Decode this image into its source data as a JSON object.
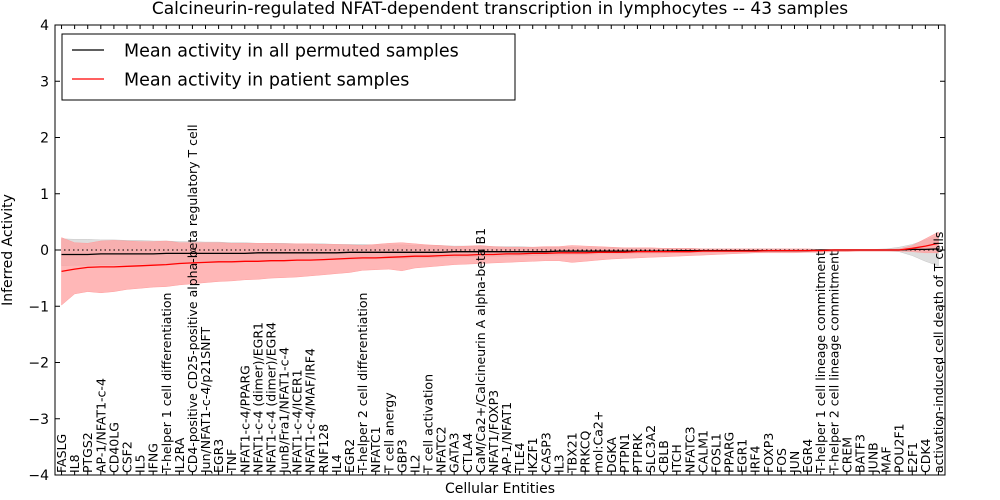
{
  "chart_data": {
    "type": "line",
    "title": "Calcineurin-regulated NFAT-dependent transcription in lymphocytes -- 43 samples",
    "xlabel": "Cellular Entities",
    "ylabel": "Inferred Activity",
    "ylim": [
      -4,
      4
    ],
    "yticks": [
      -4,
      -3,
      -2,
      -1,
      0,
      1,
      2,
      3,
      4
    ],
    "grid": false,
    "legend_position": "top-left",
    "categories": [
      "FASLG",
      "IL8",
      "PTGS2",
      "AP-1/NFAT1-c-4",
      "CD40LG",
      "CSF2",
      "IL5",
      "IFNG",
      "T-helper 1 cell differentiation",
      "IL2RA",
      "CD4-positive CD25-positive alpha-beta regulatory T cell",
      "Jun/NFAT1-c-4/p21SNFT",
      "EGR3",
      "TNF",
      "NFAT1-c-4/PPARG",
      "NFAT1-c-4 (dimer)/EGR1",
      "NFAT1-c-4 (dimer)/EGR4",
      "JunB/Fra1/NFAT1-c-4",
      "NFAT1-c-4/ICER1",
      "NFAT1-c-4/MAF/IRF4",
      "RNF128",
      "IL4",
      "EGR2",
      "T-helper 2 cell differentiation",
      "NFATC1",
      "T cell anergy",
      "GBP3",
      "IL2",
      "T cell activation",
      "NFATC2",
      "GATA3",
      "CTLA4",
      "CaM/Ca2+/Calcineurin A alpha-beta B1",
      "NFAT1/FOXP3",
      "AP-1/NFAT1",
      "TLE4",
      "IKZF1",
      "CASP3",
      "IL3",
      "TBX21",
      "PRKCQ",
      "mol:Ca2+",
      "DGKA",
      "PTPN1",
      "PTPRK",
      "SLC3A2",
      "CBLB",
      "ITCH",
      "NFATC3",
      "CALM1",
      "FOSL1",
      "PPARG",
      "EGR1",
      "IRF4",
      "FOXP3",
      "FOS",
      "JUN",
      "EGR4",
      "T-helper 1 cell lineage commitment",
      "T-helper 2 cell lineage commitment",
      "CREM",
      "BATF3",
      "JUNB",
      "MAF",
      "POU2F1",
      "E2F1",
      "CDK4",
      "activation-induced cell death of T cells"
    ],
    "series": [
      {
        "name": "Mean activity in all permuted samples",
        "color": "#000000",
        "band_color": "#c8c8c8",
        "values": [
          -0.08,
          -0.08,
          -0.08,
          -0.07,
          -0.07,
          -0.07,
          -0.07,
          -0.07,
          -0.06,
          -0.06,
          -0.06,
          -0.06,
          -0.06,
          -0.06,
          -0.06,
          -0.05,
          -0.05,
          -0.05,
          -0.05,
          -0.05,
          -0.05,
          -0.05,
          -0.04,
          -0.04,
          -0.04,
          -0.04,
          -0.04,
          -0.04,
          -0.04,
          -0.04,
          -0.03,
          -0.03,
          -0.03,
          -0.03,
          -0.03,
          -0.03,
          -0.03,
          -0.03,
          -0.02,
          -0.02,
          -0.02,
          -0.02,
          -0.02,
          -0.02,
          -0.02,
          -0.02,
          -0.02,
          -0.01,
          -0.01,
          -0.01,
          -0.01,
          -0.01,
          -0.01,
          -0.01,
          -0.01,
          -0.01,
          -0.01,
          -0.01,
          0.0,
          0.0,
          0.0,
          0.0,
          0.0,
          0.0,
          0.0,
          0.01,
          0.01,
          0.02
        ],
        "lower": [
          -0.28,
          -0.27,
          -0.27,
          -0.26,
          -0.26,
          -0.25,
          -0.25,
          -0.24,
          -0.24,
          -0.23,
          -0.23,
          -0.22,
          -0.22,
          -0.21,
          -0.21,
          -0.2,
          -0.2,
          -0.19,
          -0.19,
          -0.18,
          -0.18,
          -0.17,
          -0.17,
          -0.16,
          -0.16,
          -0.15,
          -0.15,
          -0.14,
          -0.14,
          -0.13,
          -0.13,
          -0.12,
          -0.12,
          -0.11,
          -0.11,
          -0.1,
          -0.1,
          -0.09,
          -0.09,
          -0.08,
          -0.08,
          -0.07,
          -0.07,
          -0.07,
          -0.06,
          -0.06,
          -0.06,
          -0.05,
          -0.05,
          -0.05,
          -0.04,
          -0.04,
          -0.04,
          -0.04,
          -0.03,
          -0.03,
          -0.03,
          -0.03,
          -0.03,
          -0.02,
          -0.02,
          -0.02,
          -0.02,
          -0.02,
          -0.03,
          -0.1,
          -0.2,
          -0.28
        ],
        "upper": [
          0.2,
          0.19,
          0.19,
          0.18,
          0.18,
          0.17,
          0.17,
          0.16,
          0.16,
          0.15,
          0.15,
          0.14,
          0.14,
          0.13,
          0.13,
          0.12,
          0.12,
          0.12,
          0.11,
          0.11,
          0.11,
          0.1,
          0.1,
          0.1,
          0.09,
          0.09,
          0.09,
          0.08,
          0.08,
          0.08,
          0.07,
          0.07,
          0.07,
          0.06,
          0.06,
          0.06,
          0.05,
          0.05,
          0.05,
          0.05,
          0.04,
          0.04,
          0.04,
          0.04,
          0.03,
          0.03,
          0.03,
          0.03,
          0.03,
          0.02,
          0.02,
          0.02,
          0.02,
          0.02,
          0.02,
          0.02,
          0.01,
          0.01,
          0.01,
          0.01,
          0.01,
          0.01,
          0.01,
          0.02,
          0.05,
          0.1,
          0.18,
          0.26
        ]
      },
      {
        "name": "Mean activity in patient samples",
        "color": "#ff0000",
        "band_color": "#ff9f9f",
        "values": [
          -0.38,
          -0.34,
          -0.31,
          -0.3,
          -0.3,
          -0.29,
          -0.28,
          -0.27,
          -0.26,
          -0.24,
          -0.23,
          -0.22,
          -0.21,
          -0.21,
          -0.2,
          -0.2,
          -0.19,
          -0.19,
          -0.18,
          -0.18,
          -0.17,
          -0.16,
          -0.15,
          -0.14,
          -0.14,
          -0.13,
          -0.12,
          -0.11,
          -0.11,
          -0.1,
          -0.09,
          -0.09,
          -0.08,
          -0.08,
          -0.07,
          -0.07,
          -0.06,
          -0.06,
          -0.05,
          -0.05,
          -0.05,
          -0.04,
          -0.04,
          -0.04,
          -0.03,
          -0.03,
          -0.03,
          -0.03,
          -0.03,
          -0.02,
          -0.02,
          -0.02,
          -0.02,
          -0.02,
          -0.01,
          -0.01,
          -0.01,
          -0.01,
          -0.01,
          0.0,
          0.0,
          0.0,
          0.0,
          0.0,
          0.0,
          0.03,
          0.07,
          0.12
        ],
        "lower": [
          -0.98,
          -0.78,
          -0.74,
          -0.76,
          -0.74,
          -0.7,
          -0.68,
          -0.66,
          -0.65,
          -0.62,
          -0.6,
          -0.58,
          -0.56,
          -0.55,
          -0.53,
          -0.52,
          -0.5,
          -0.49,
          -0.48,
          -0.46,
          -0.44,
          -0.42,
          -0.4,
          -0.36,
          -0.35,
          -0.34,
          -0.37,
          -0.32,
          -0.3,
          -0.28,
          -0.26,
          -0.25,
          -0.24,
          -0.23,
          -0.22,
          -0.21,
          -0.2,
          -0.19,
          -0.19,
          -0.22,
          -0.2,
          -0.18,
          -0.16,
          -0.15,
          -0.14,
          -0.13,
          -0.12,
          -0.11,
          -0.1,
          -0.09,
          -0.08,
          -0.07,
          -0.06,
          -0.05,
          -0.05,
          -0.05,
          -0.05,
          -0.04,
          -0.04,
          -0.03,
          -0.03,
          -0.02,
          -0.02,
          -0.02,
          -0.02,
          -0.03,
          -0.05,
          -0.05
        ],
        "upper": [
          0.22,
          0.13,
          0.12,
          0.16,
          0.17,
          0.16,
          0.15,
          0.15,
          0.16,
          0.13,
          0.13,
          0.13,
          0.13,
          0.12,
          0.12,
          0.12,
          0.12,
          0.11,
          0.11,
          0.11,
          0.1,
          0.1,
          0.09,
          0.08,
          0.1,
          0.12,
          0.13,
          0.11,
          0.09,
          0.08,
          0.06,
          0.07,
          0.08,
          0.06,
          0.05,
          0.05,
          0.05,
          0.06,
          0.06,
          0.08,
          0.07,
          0.06,
          0.05,
          0.04,
          0.04,
          0.04,
          0.03,
          0.03,
          0.03,
          0.02,
          0.02,
          0.02,
          0.02,
          0.02,
          0.02,
          0.02,
          0.02,
          0.02,
          0.01,
          0.01,
          0.01,
          0.01,
          0.01,
          0.01,
          0.02,
          0.08,
          0.2,
          0.32
        ]
      }
    ],
    "baseline": {
      "value": 0,
      "style": "dotted",
      "color": "#000000"
    }
  }
}
